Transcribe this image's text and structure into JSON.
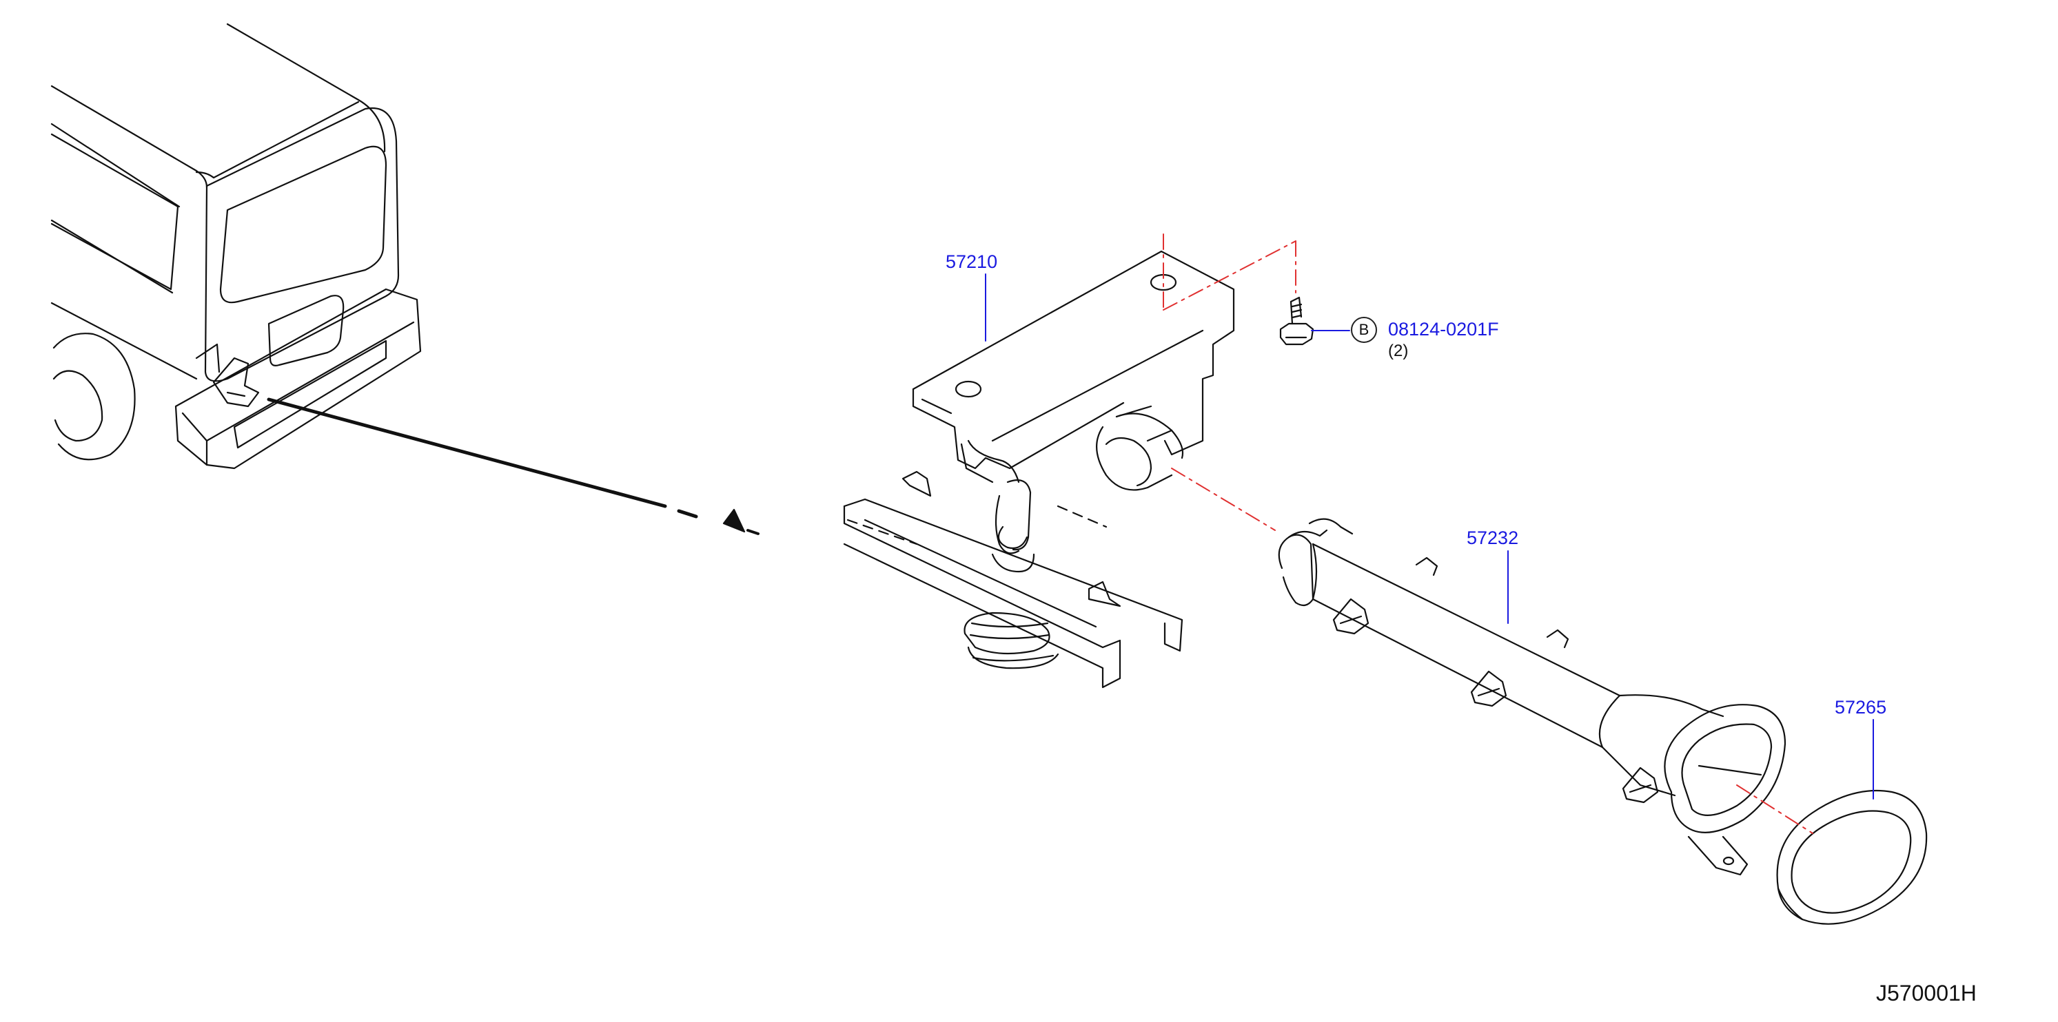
{
  "parts": [
    {
      "id": "p57210",
      "number": "57210"
    },
    {
      "id": "p57232",
      "number": "57232"
    },
    {
      "id": "p57265",
      "number": "57265"
    },
    {
      "id": "pbolt",
      "number": "08124-0201F",
      "badge": "B",
      "quantity": "(2)"
    }
  ],
  "figure_code": "J570001H",
  "colors": {
    "label": "#1a1ae0",
    "leader": "#1a1ae0",
    "center_line": "#e03030",
    "line_art": "#111111",
    "background": "#ffffff"
  },
  "icons": [
    "van-rear-icon",
    "spare-tire-carrier-icon",
    "hanger-bracket-icon",
    "guide-tube-icon",
    "grommet-icon",
    "bolt-icon"
  ]
}
